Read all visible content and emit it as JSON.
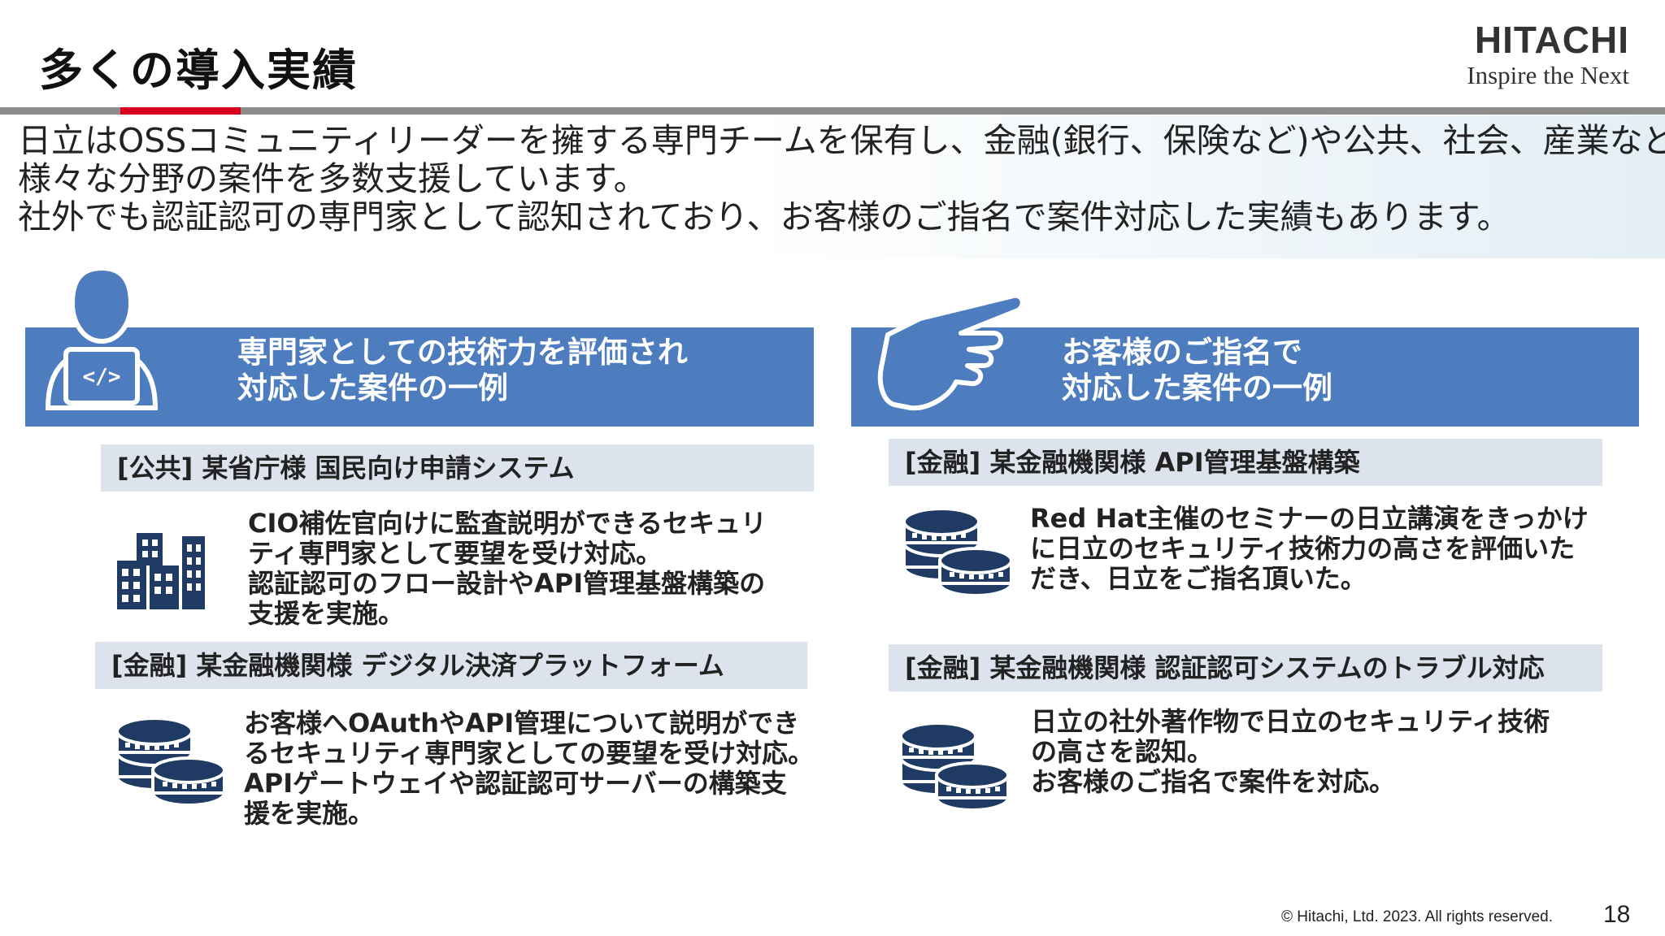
{
  "header": {
    "title": "多くの導入実績",
    "logo_main": "HITACHI",
    "logo_tagline": "Inspire the Next"
  },
  "intro": {
    "line1": "日立はOSSコミュニティリーダーを擁する専門チームを保有し、金融(銀行、保険など)や公共、社会、産業など",
    "line2": "様々な分野の案件を多数支援しています。",
    "line3": "社外でも認証認可の専門家として認知されており、お客様のご指名で案件対応した実績もあります。"
  },
  "left_panel": {
    "header_line1": "専門家としての技術力を評価され",
    "header_line2": "対応した案件の一例",
    "header_icon": "developer-laptop-icon",
    "cases": [
      {
        "label": "[公共] 某省庁様 国民向け申請システム",
        "icon": "building-icon",
        "lines": [
          "CIO補佐官向けに監査説明ができるセキュリ",
          "ティ専門家として要望を受け対応。",
          "認証認可のフロー設計やAPI管理基盤構築の",
          "支援を実施。"
        ]
      },
      {
        "label": "[金融] 某金融機関様 デジタル決済プラットフォーム",
        "icon": "coins-icon",
        "lines": [
          "お客様へOAuthやAPI管理について説明ができ",
          "るセキュリティ専門家としての要望を受け対応。",
          "APIゲートウェイや認証認可サーバーの構築支",
          "援を実施。"
        ]
      }
    ]
  },
  "right_panel": {
    "header_line1": "お客様のご指名で",
    "header_line2": "対応した案件の一例",
    "header_icon": "pointing-hand-icon",
    "cases": [
      {
        "label": "[金融] 某金融機関様 API管理基盤構築",
        "icon": "coins-icon",
        "lines": [
          "Red Hat主催のセミナーの日立講演をきっかけ",
          "に日立のセキュリティ技術力の高さを評価いた",
          "だき、日立をご指名頂いた。"
        ]
      },
      {
        "label": "[金融] 某金融機関様 認証認可システムのトラブル対応",
        "icon": "coins-icon",
        "lines": [
          "日立の社外著作物で日立のセキュリティ技術",
          "の高さを認知。",
          "お客様のご指名で案件を対応。"
        ]
      }
    ]
  },
  "footer": {
    "copyright": "© Hitachi, Ltd. 2023. All rights reserved.",
    "page_number": "18"
  },
  "colors": {
    "header_blue": "#4d7dbf",
    "icon_navy": "#1f3a63",
    "label_bg": "#dde3ec",
    "accent_red": "#d8001e"
  }
}
